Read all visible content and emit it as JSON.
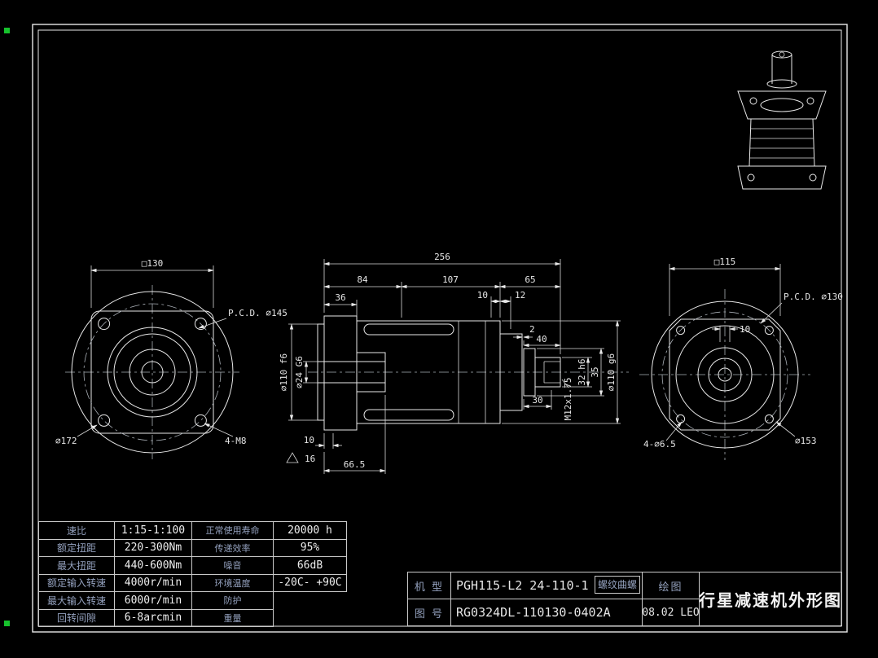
{
  "colors": {
    "background": "#000000",
    "line": "#e8e8e8",
    "label_text": "#93a0bd",
    "value_text": "#efefef",
    "grip_green": "#17c22d"
  },
  "views": {
    "front": {
      "square_dim": "□130",
      "pcd_label": "P.C.D. ∅145",
      "outer_dia": "∅172",
      "bolt_holes": "4-M8"
    },
    "section": {
      "total_len": "256",
      "len84": "84",
      "len107": "107",
      "len65": "65",
      "len36": "36",
      "len10_top": "10",
      "len12": "12",
      "len2": "2",
      "len40": "40",
      "len30": "30",
      "dia110_front": "∅110 f6",
      "dia24": "∅24 G6",
      "dia32": "32 h6",
      "len35": "35",
      "thread": "M12x1.75",
      "dia110_rear": "∅110 g6",
      "len10_bottom": "10",
      "len16": "16",
      "len66_5": "66.5"
    },
    "rear": {
      "square_dim": "□115",
      "pcd_label": "P.C.D. ∅130",
      "len10": "10",
      "bolt_holes": "4-∅6.5",
      "outer_dia": "∅153"
    }
  },
  "spec_table": {
    "rows": [
      {
        "p1": "速比",
        "v1": "1:15-1:100",
        "p2": "正常使用寿命",
        "v2": "20000 h"
      },
      {
        "p1": "额定扭距",
        "v1": "220-300Nm",
        "p2": "传递效率",
        "v2": "95%"
      },
      {
        "p1": "最大扭距",
        "v1": "440-600Nm",
        "p2": "噪音",
        "v2": "66dB"
      },
      {
        "p1": "额定输入转速",
        "v1": "4000r/min",
        "p2": "环境温度",
        "v2": "-20C- +90C"
      },
      {
        "p1": "最大输入转速",
        "v1": "6000r/min",
        "p2": "防护",
        "v2": ""
      },
      {
        "p1": "回转间隙",
        "v1": "6-8arcmin",
        "p2": "重量",
        "v2": ""
      }
    ]
  },
  "title_block": {
    "model_label": "机 型",
    "model_value": "PGH115-L2 24-110-1",
    "model_suffix": "螺纹曲螺",
    "draw_label": "绘图",
    "draw_value": "08.02 LEO",
    "drawno_label": "图 号",
    "drawno_value": "RG0324DL-110130-0402A",
    "title": "行星减速机外形图"
  }
}
